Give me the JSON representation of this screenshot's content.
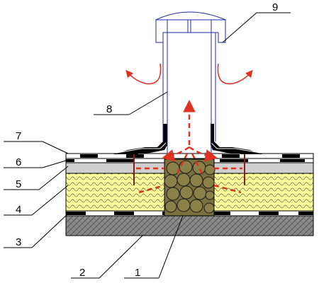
{
  "callouts": [
    {
      "id": "1",
      "label": "1"
    },
    {
      "id": "2",
      "label": "2"
    },
    {
      "id": "3",
      "label": "3"
    },
    {
      "id": "4",
      "label": "4"
    },
    {
      "id": "5",
      "label": "5"
    },
    {
      "id": "6",
      "label": "6"
    },
    {
      "id": "7",
      "label": "7"
    },
    {
      "id": "8",
      "label": "8"
    },
    {
      "id": "9",
      "label": "9"
    }
  ],
  "colors": {
    "base_slab": "#8c8c8c",
    "insulation": "#ffff99",
    "screed": "#cfcfcf",
    "gravel_fill": "#7a7040",
    "vent_pipe": "#1f2aa8",
    "air_flow": "#e03020",
    "anchor": "#8b1a1a"
  }
}
